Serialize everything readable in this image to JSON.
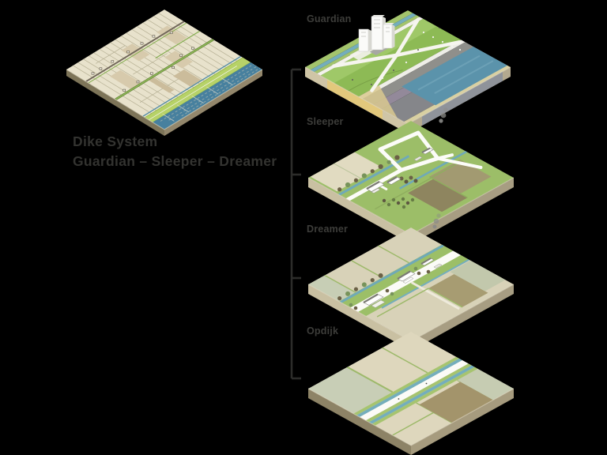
{
  "page": {
    "background_color": "#000000"
  },
  "title": {
    "line1": "Dike System",
    "line2": "Guardian – Sleeper – Dreamer"
  },
  "layers": [
    {
      "id": "guardian",
      "label": "Guardian"
    },
    {
      "id": "sleeper",
      "label": "Sleeper"
    },
    {
      "id": "dreamer",
      "label": "Dreamer"
    },
    {
      "id": "opdijk",
      "label": "Opdijk"
    }
  ],
  "colors": {
    "title_text": "#333330",
    "label_text": "#3d3d3a",
    "bracket": "#2c2c2a",
    "grass_green": "#8dba55",
    "dike_green": "#b7d268",
    "sea_blue": "#5b93ab",
    "map_water_blue": "#47809e",
    "canal_blue": "#74aebc",
    "field_beige": "#e8e2cc",
    "field_brown": "#a3946b",
    "field_sage": "#c8ceb6",
    "road_white": "#fbfbf7",
    "road_gray": "#8f8f8b",
    "sand_yellow": "#e2c87c",
    "tile_side_tan": "#a69b7e"
  }
}
